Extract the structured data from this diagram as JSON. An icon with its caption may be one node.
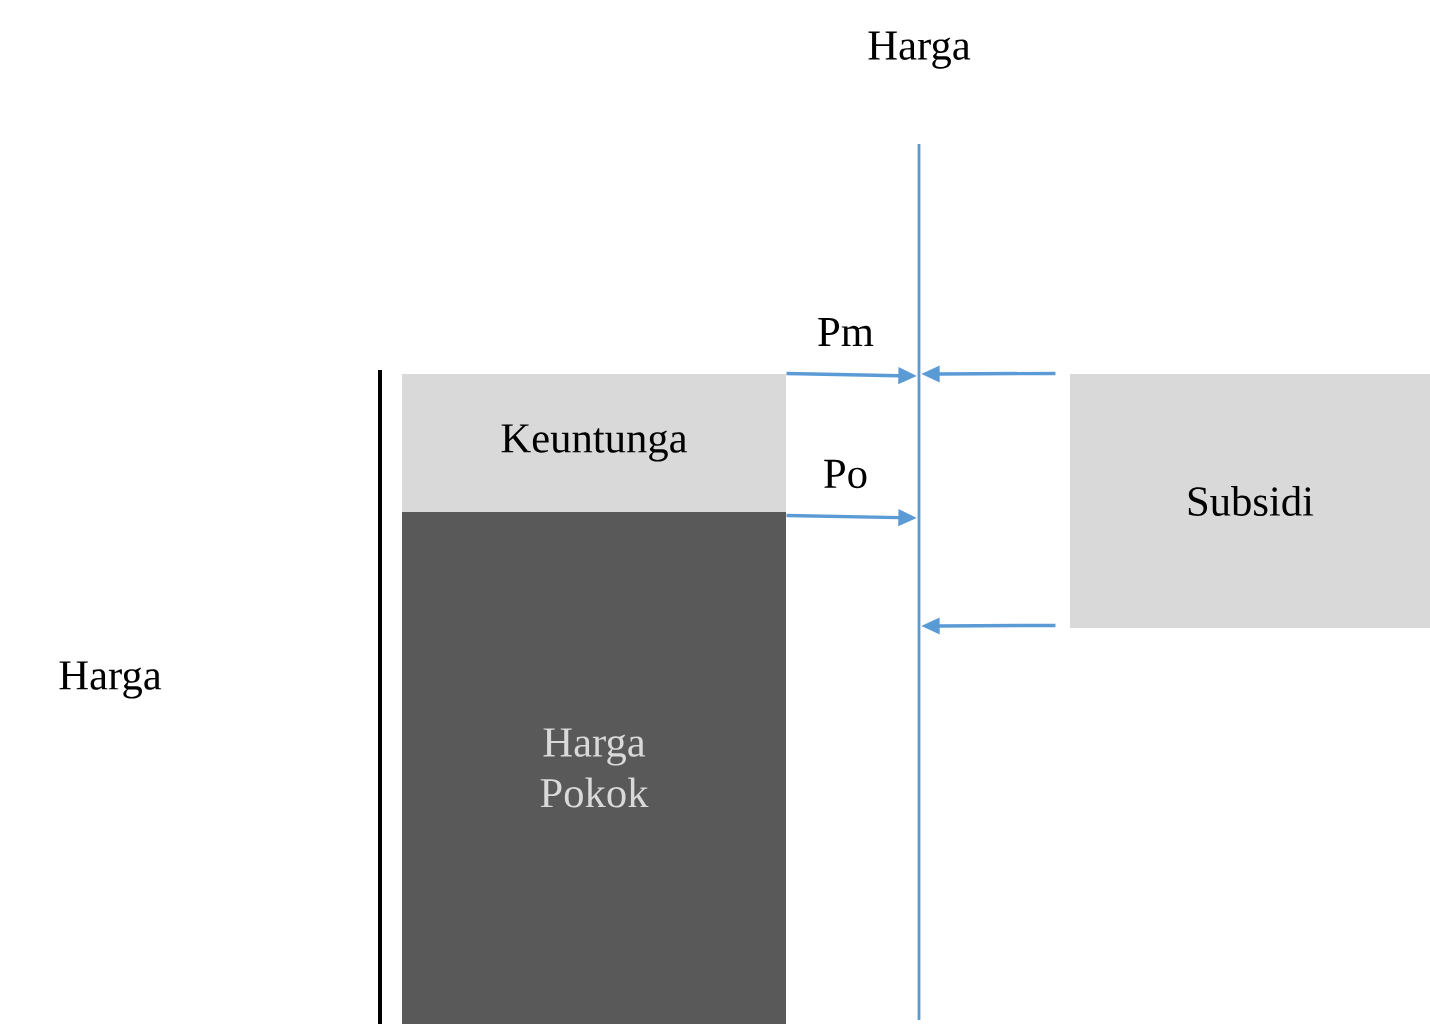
{
  "diagram": {
    "nodes": [
      {
        "text": [
          "Keuntunga"
        ]
      },
      {
        "text": [
          "Harga Pokok"
        ]
      },
      {
        "text": [
          "Subsidi"
        ]
      },
      {
        "text": [],
        "shape": "bar",
        "beside": [
          "Harga"
        ]
      }
    ],
    "edges": [
      {
        "from": 0,
        "to": 3,
        "arrow": "to",
        "label": "Pm"
      },
      {
        "from": 1,
        "to": 3,
        "arrow": "to",
        "label": "Po"
      },
      {
        "from": 2,
        "to": 3,
        "arrow": "to"
      },
      {
        "from": 2,
        "to": 3,
        "arrow": "to"
      }
    ],
    "labels": [
      "Harga"
    ]
  }
}
